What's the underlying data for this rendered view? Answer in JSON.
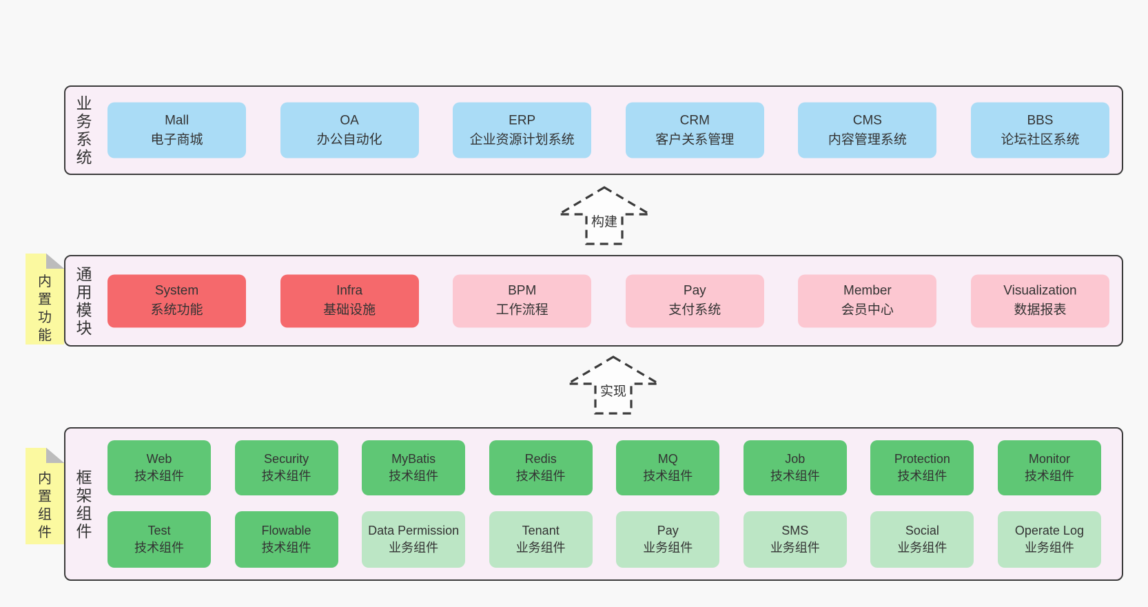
{
  "colors": {
    "page_bg": "#f8f8f8",
    "band_bg": "#f9eef7",
    "band_border": "#3b3b3b",
    "blue_box": "#aadcf6",
    "red_box": "#f5696c",
    "pink_box": "#fcc7d1",
    "green_box": "#5fc775",
    "light_green_box": "#bce6c5",
    "note_bg": "#fbf9a0",
    "note_fold": "#bcbcbc",
    "text": "#333333"
  },
  "arrows": [
    {
      "label": "构建"
    },
    {
      "label": "实现"
    }
  ],
  "bands": [
    {
      "name": "业务系统",
      "boxes": [
        {
          "title": "Mall",
          "subtitle": "电子商城"
        },
        {
          "title": "OA",
          "subtitle": "办公自动化"
        },
        {
          "title": "ERP",
          "subtitle": "企业资源计划系统"
        },
        {
          "title": "CRM",
          "subtitle": "客户关系管理"
        },
        {
          "title": "CMS",
          "subtitle": "内容管理系统"
        },
        {
          "title": "BBS",
          "subtitle": "论坛社区系统"
        }
      ]
    },
    {
      "name": "通用模块",
      "note": "内置功能",
      "boxes": [
        {
          "title": "System",
          "subtitle": "系统功能"
        },
        {
          "title": "Infra",
          "subtitle": "基础设施"
        },
        {
          "title": "BPM",
          "subtitle": "工作流程"
        },
        {
          "title": "Pay",
          "subtitle": "支付系统"
        },
        {
          "title": "Member",
          "subtitle": "会员中心"
        },
        {
          "title": "Visualization",
          "subtitle": "数据报表"
        }
      ]
    },
    {
      "name": "框架组件",
      "note": "内置组件",
      "rows": [
        [
          {
            "title": "Web",
            "subtitle": "技术组件"
          },
          {
            "title": "Security",
            "subtitle": "技术组件"
          },
          {
            "title": "MyBatis",
            "subtitle": "技术组件"
          },
          {
            "title": "Redis",
            "subtitle": "技术组件"
          },
          {
            "title": "MQ",
            "subtitle": "技术组件"
          },
          {
            "title": "Job",
            "subtitle": "技术组件"
          },
          {
            "title": "Protection",
            "subtitle": "技术组件"
          },
          {
            "title": "Monitor",
            "subtitle": "技术组件"
          }
        ],
        [
          {
            "title": "Test",
            "subtitle": "技术组件"
          },
          {
            "title": "Flowable",
            "subtitle": "技术组件"
          },
          {
            "title": "Data Permission",
            "subtitle": "业务组件"
          },
          {
            "title": "Tenant",
            "subtitle": "业务组件"
          },
          {
            "title": "Pay",
            "subtitle": "业务组件"
          },
          {
            "title": "SMS",
            "subtitle": "业务组件"
          },
          {
            "title": "Social",
            "subtitle": "业务组件"
          },
          {
            "title": "Operate Log",
            "subtitle": "业务组件"
          }
        ]
      ]
    }
  ]
}
